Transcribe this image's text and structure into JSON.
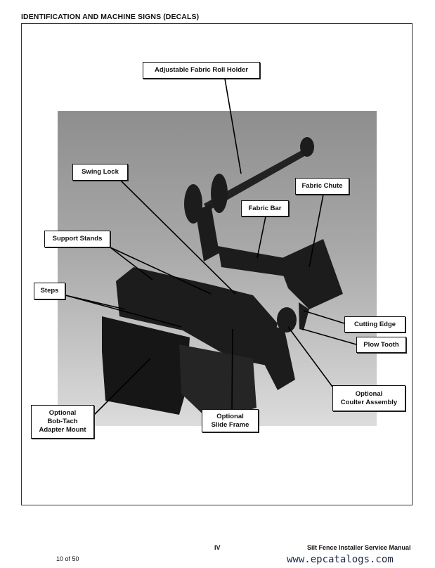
{
  "header": {
    "title": "IDENTIFICATION AND MACHINE SIGNS (DECALS)"
  },
  "callouts": {
    "roll_holder": "Adjustable Fabric Roll Holder",
    "swing_lock": "Swing Lock",
    "fabric_chute": "Fabric Chute",
    "fabric_bar": "Fabric Bar",
    "support_stands": "Support Stands",
    "steps": "Steps",
    "cutting_edge": "Cutting Edge",
    "plow_tooth": "Plow Tooth",
    "coulter_l1": "Optional",
    "coulter_l2": "Coulter Assembly",
    "bobtach_l1": "Optional",
    "bobtach_l2": "Bob-Tach",
    "bobtach_l3": "Adapter Mount",
    "slide_l1": "Optional",
    "slide_l2": "Slide Frame"
  },
  "footer": {
    "page_count": "10 of 50",
    "section": "IV",
    "manual_title": "Silt Fence Installer Service Manual",
    "watermark": "www.epcatalogs.com"
  }
}
